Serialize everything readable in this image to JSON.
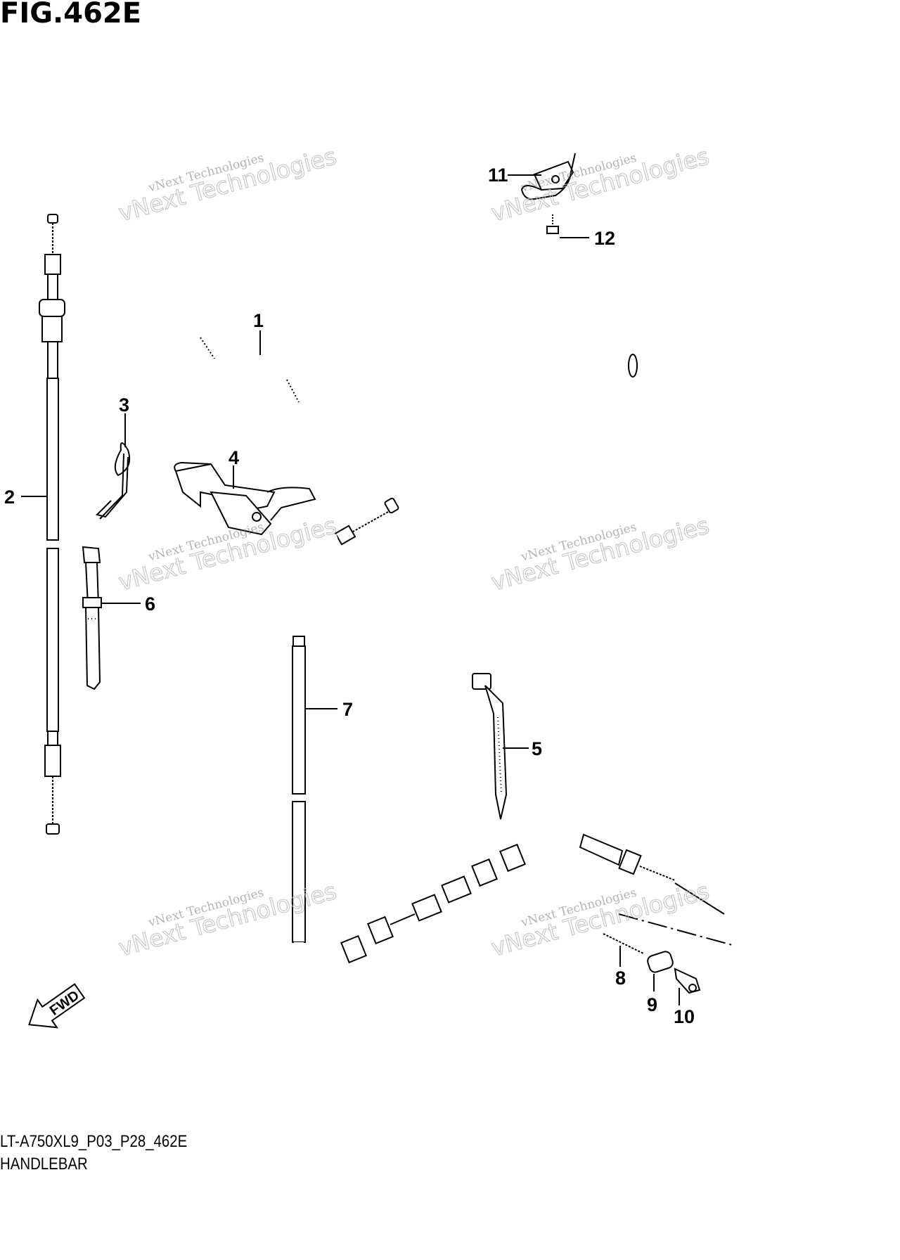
{
  "figure": {
    "title": "FIG.462E",
    "code": "LT-A750XL9_P03_P28_462E",
    "caption": "HANDLEBAR"
  },
  "callouts": [
    "1",
    "2",
    "3",
    "4",
    "5",
    "6",
    "7",
    "8",
    "9",
    "10",
    "11",
    "12"
  ],
  "orientation": {
    "label": "FWD"
  },
  "watermark": {
    "line1": "vNext Technologies",
    "line2": "vNext Technologies"
  }
}
